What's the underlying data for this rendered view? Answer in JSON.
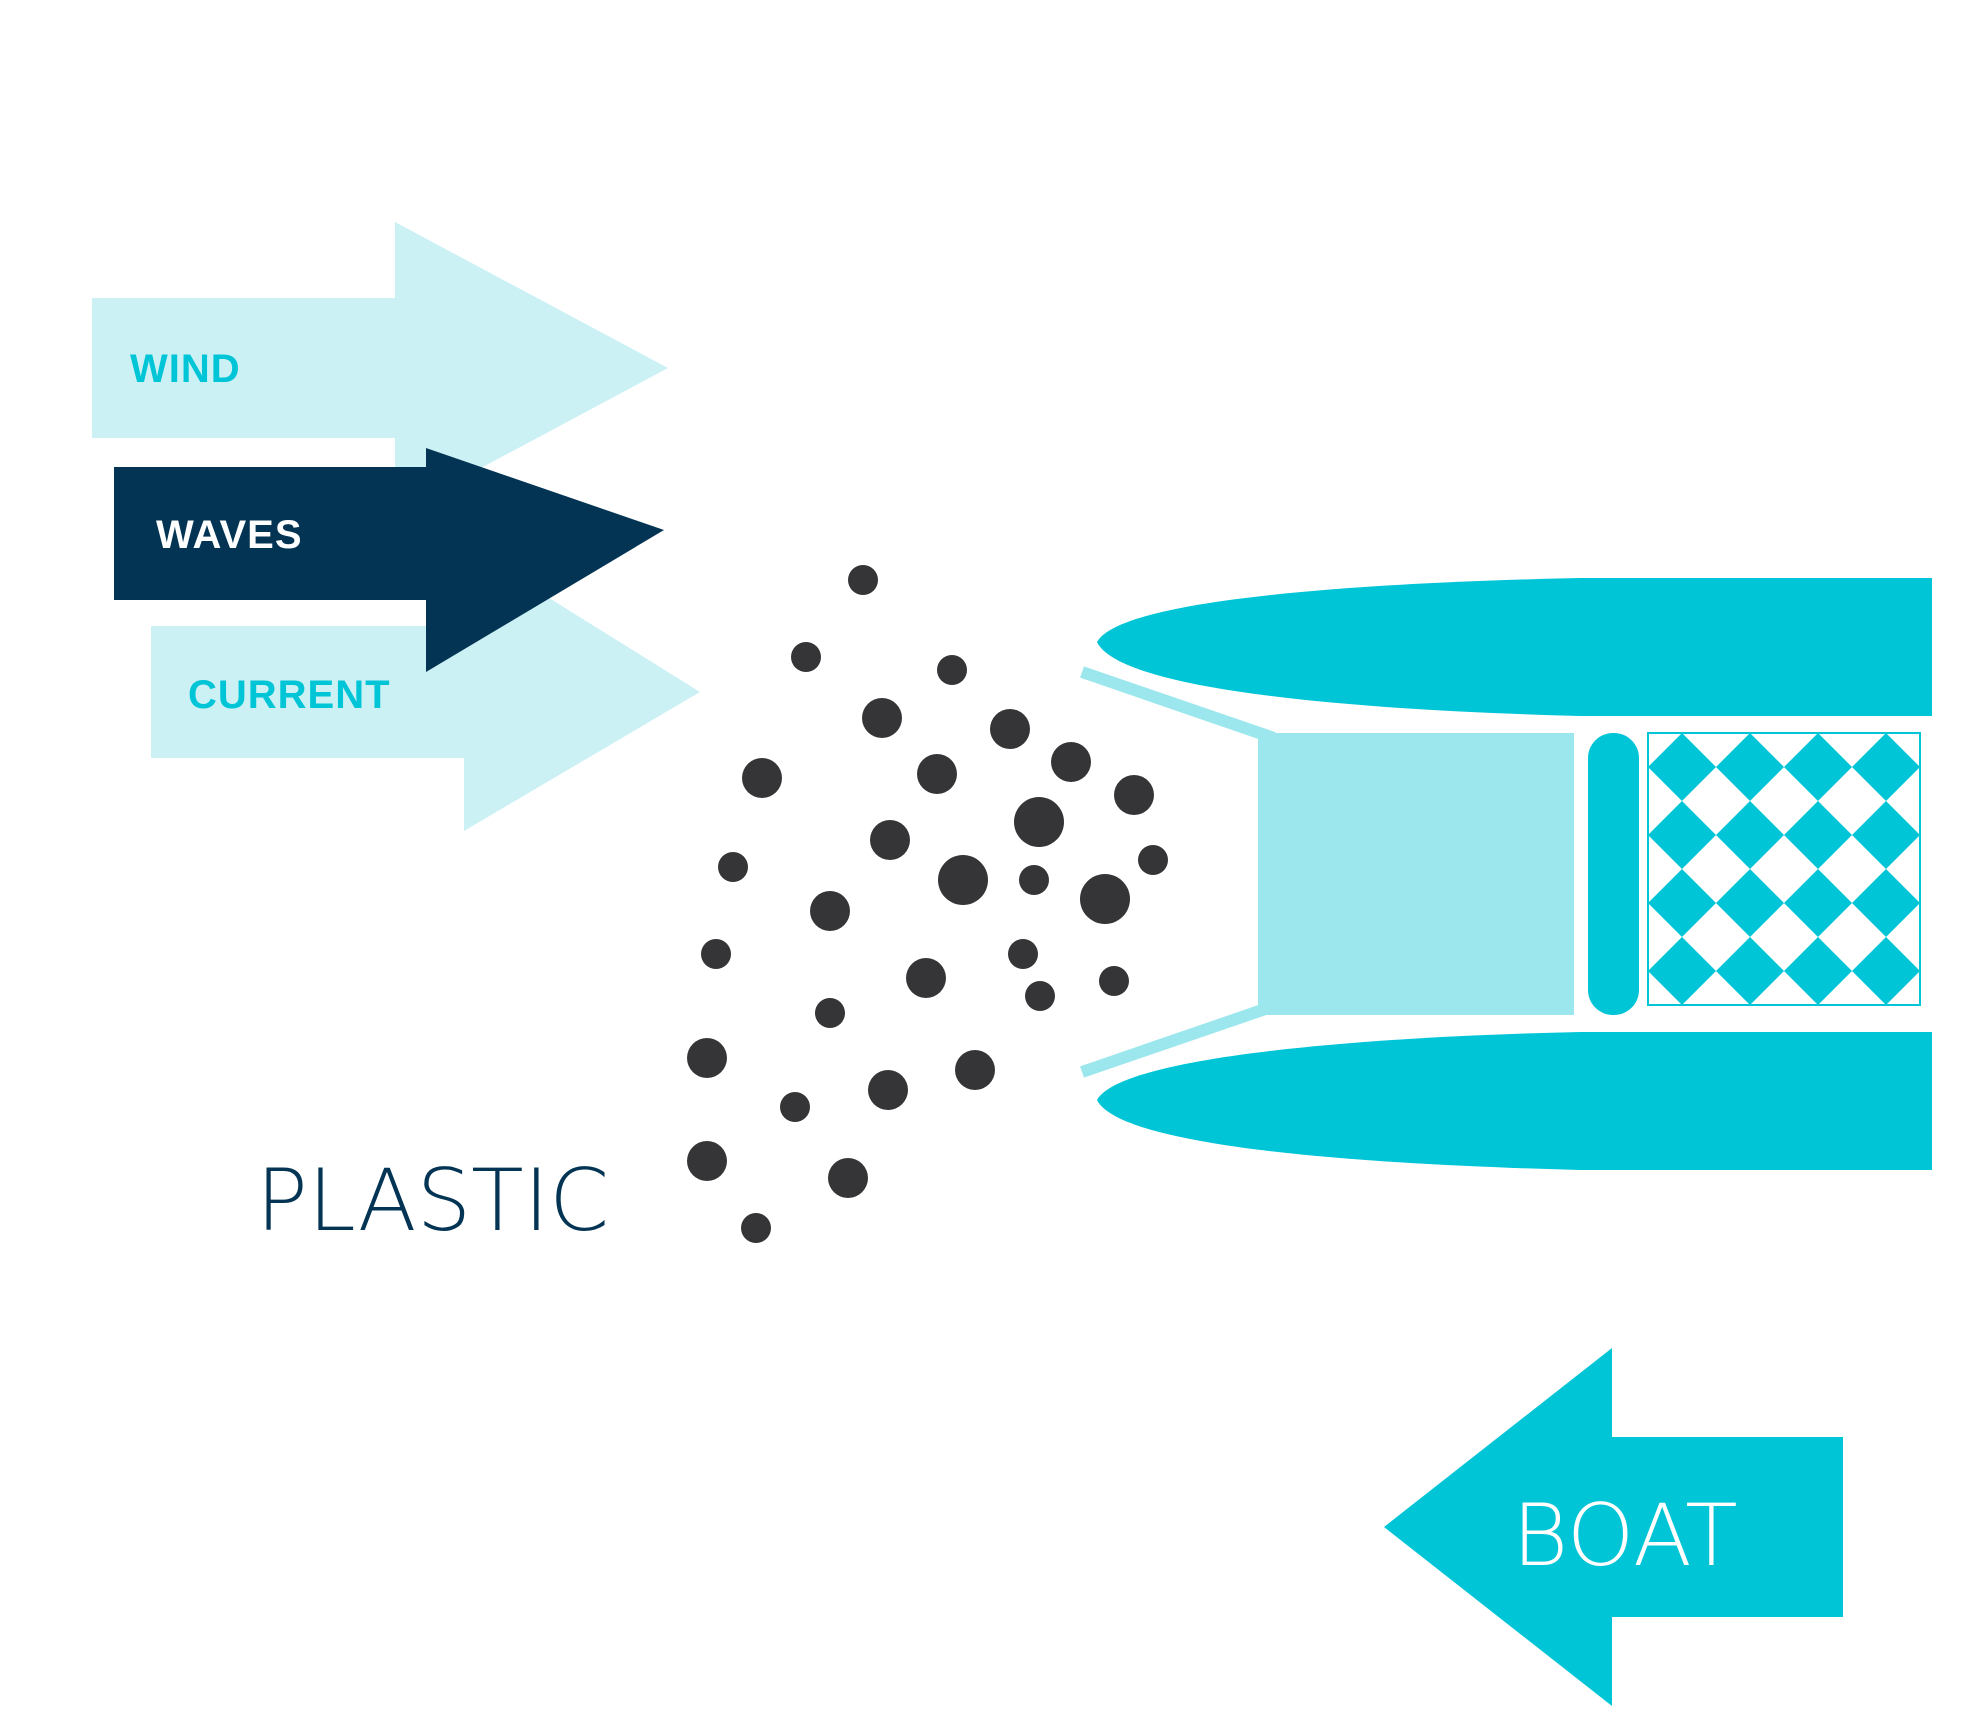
{
  "colors": {
    "light_cyan": "#cbf1f5",
    "cyan": "#00c5d7",
    "mid_cyan": "#9ce7ed",
    "navy": "#033454",
    "dark_dot": "#353538",
    "white": "#ffffff"
  },
  "forces": [
    {
      "label": "WIND",
      "color": "#cbf1f5",
      "text_color": "#00c5d7"
    },
    {
      "label": "WAVES",
      "color": "#033454",
      "text_color": "#ffffff"
    },
    {
      "label": "CURRENT",
      "color": "#cbf1f5",
      "text_color": "#00c5d7"
    }
  ],
  "plastic": {
    "label": "PLASTIC",
    "label_color": "#033454"
  },
  "boat": {
    "label": "BOAT",
    "label_color": "#ffffff"
  },
  "icons": [
    "wind-arrow-icon",
    "waves-arrow-icon",
    "current-arrow-icon",
    "boat-arrow-icon",
    "plastic-particle-icon",
    "catamaran-hull-icon",
    "net-mesh-icon",
    "collector-box-icon"
  ]
}
